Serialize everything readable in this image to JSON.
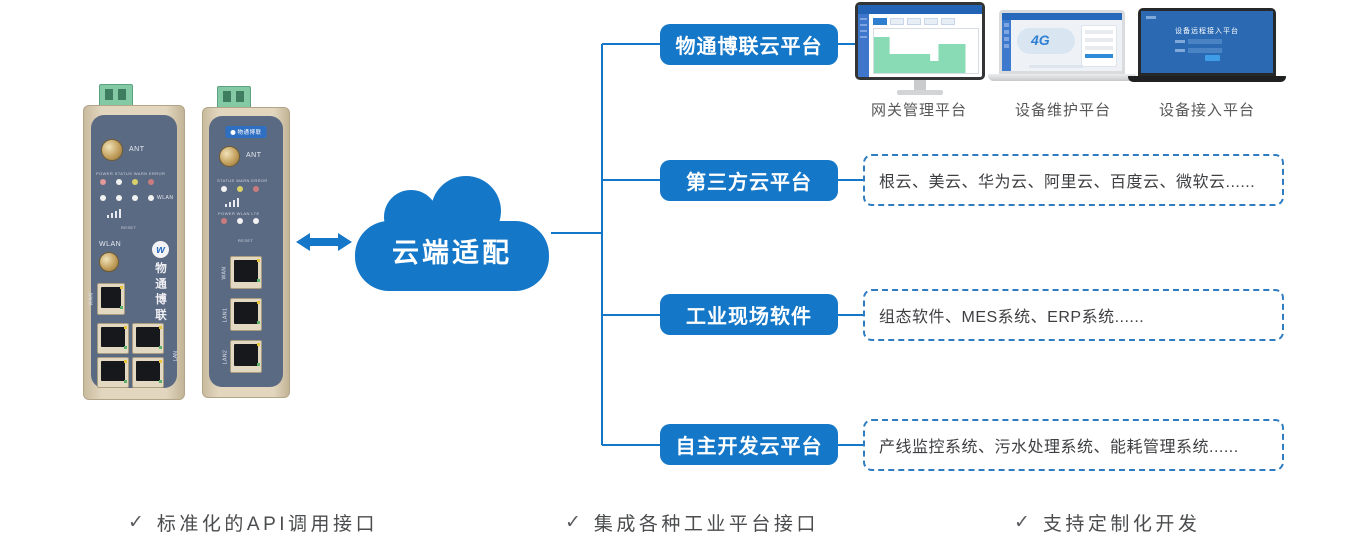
{
  "cloud": {
    "label": "云端适配"
  },
  "rows": [
    {
      "label": "物通博联云平台"
    },
    {
      "label": "第三方云平台",
      "content": "根云、美云、华为云、阿里云、百度云、微软云......"
    },
    {
      "label": "工业现场软件",
      "content": "组态软件、MES系统、ERP系统......"
    },
    {
      "label": "自主开发云平台",
      "content": "产线监控系统、污水处理系统、能耗管理系统......"
    }
  ],
  "platforms": [
    {
      "name": "网关管理平台"
    },
    {
      "name": "设备维护平台"
    },
    {
      "name": "设备接入平台"
    }
  ],
  "screens": {
    "maintenance_big_text": "4G",
    "access_title": "设备远程接入平台"
  },
  "footer": {
    "check": "✓",
    "items": [
      "标准化的API调用接口",
      "集成各种工业平台接口",
      "支持定制化开发"
    ]
  },
  "device": {
    "brand": "物通博联",
    "brand_mark": "w",
    "ant": "ANT",
    "wlan": "WLAN",
    "reset": "RESET",
    "wan": "WAN",
    "lan": "LAN",
    "lan1": "LAN1",
    "lan2": "LAN2",
    "leds_a1": "POWER STATUS WARN ERROR",
    "leds_b1": "STATUS WARN ERROR",
    "leds_b2": "POWER WLAN LTE"
  },
  "colors": {
    "primary": "#1477c8",
    "dash_border": "#2f7dc0"
  }
}
